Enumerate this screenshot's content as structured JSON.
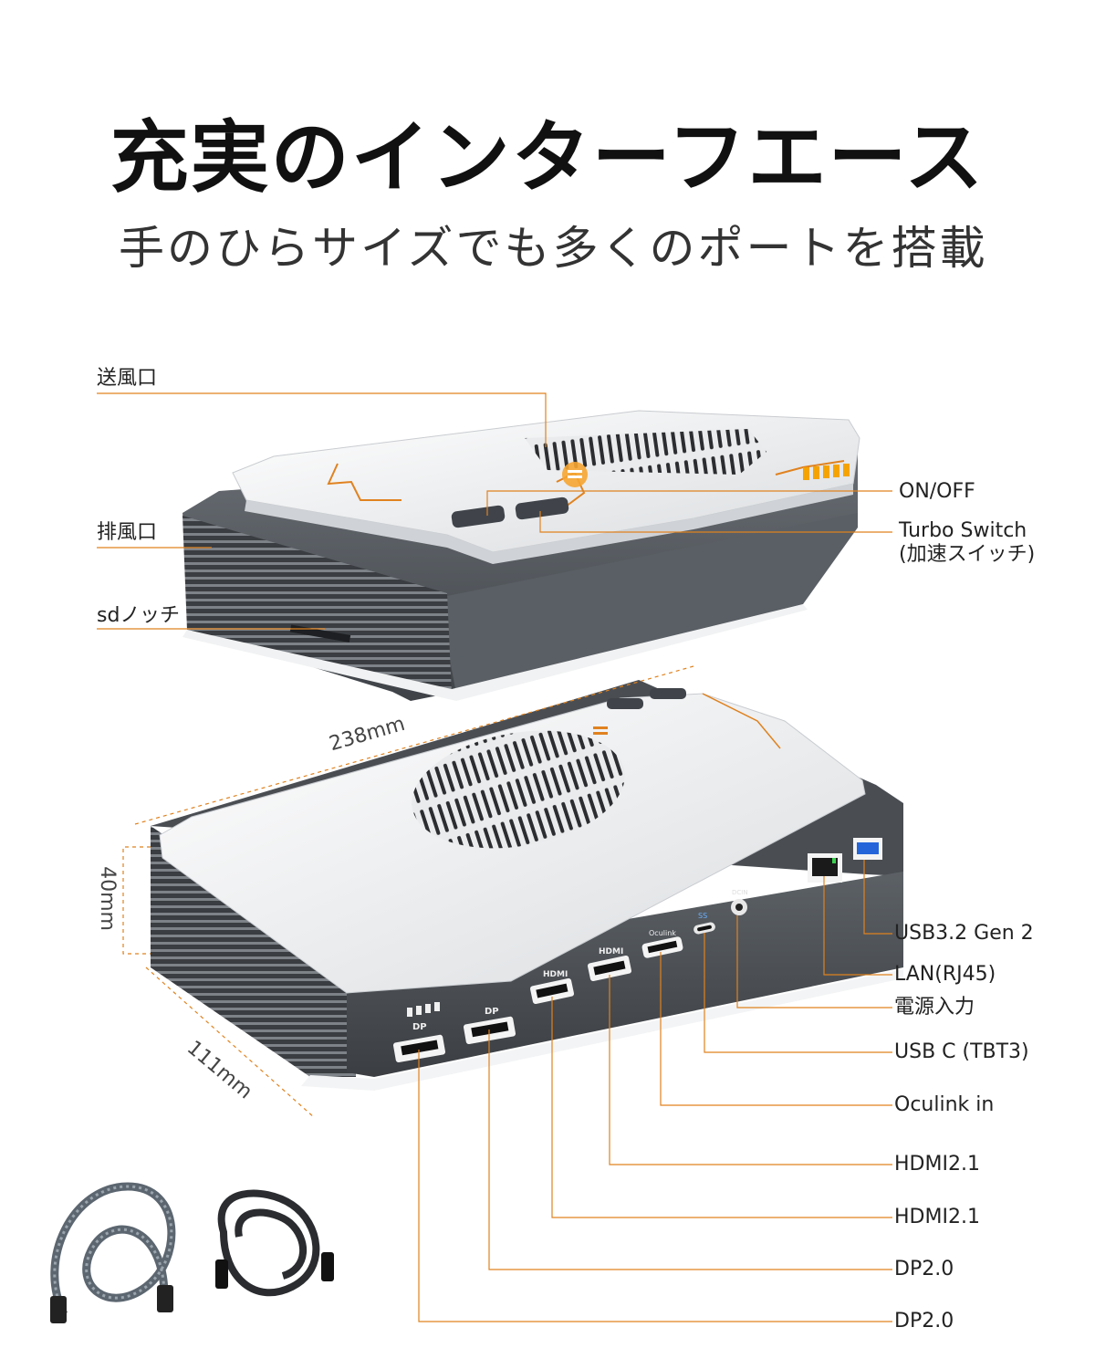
{
  "header": {
    "title": "充実のインターフエース",
    "subtitle": "手のひらサイズでも多くのポートを搭載"
  },
  "top_device": {
    "labels": {
      "air_outlet": "送風口",
      "exhaust": "排風口",
      "sd_notch": "sdノッチ",
      "power": "ON/OFF",
      "turbo_line1": "Turbo Switch",
      "turbo_line2": "(加速スイッチ)"
    }
  },
  "bottom_device": {
    "dimensions": {
      "length": "238mm",
      "height": "40mm",
      "width": "111mm"
    },
    "port_silk": {
      "dp_a": "DP",
      "dp_b": "DP",
      "hdmi_a": "HDMI",
      "hdmi_b": "HDMI",
      "oculink": "Oculink",
      "usb_logo": "SS",
      "dcin": "DCIN"
    },
    "ports": [
      {
        "key": "usb32",
        "label": "USB3.2 Gen 2"
      },
      {
        "key": "lan",
        "label": "LAN(RJ45)"
      },
      {
        "key": "power_in",
        "label": "電源入力"
      },
      {
        "key": "usbc",
        "label": "USB C (TBT3)"
      },
      {
        "key": "oculink",
        "label": "Oculink in"
      },
      {
        "key": "hdmi1",
        "label": "HDMI2.1"
      },
      {
        "key": "hdmi2",
        "label": "HDMI2.1"
      },
      {
        "key": "dp1",
        "label": "DP2.0"
      },
      {
        "key": "dp2",
        "label": "DP2.0"
      }
    ]
  },
  "accessories": [
    {
      "name": "braided-cable"
    },
    {
      "name": "black-cable"
    }
  ],
  "colors": {
    "accent": "#e0821f",
    "led": "#f4a300",
    "shell_dark": "#555a60",
    "shell_light": "#eef0f2"
  }
}
